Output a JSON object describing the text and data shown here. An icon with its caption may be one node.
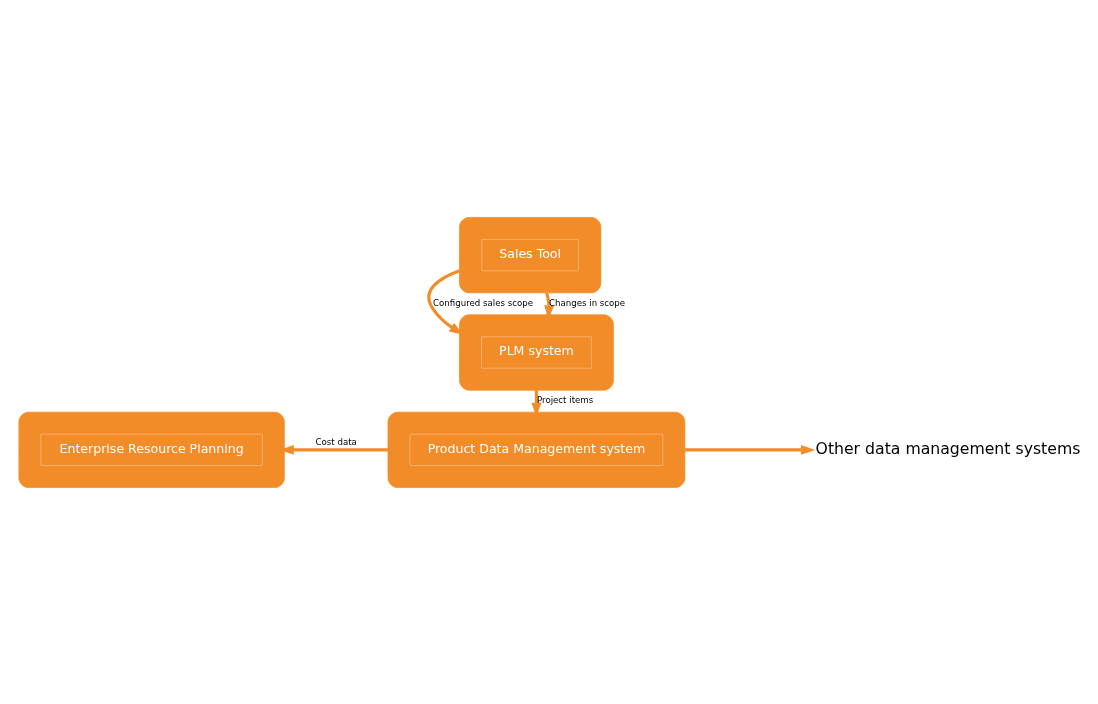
{
  "diagram": {
    "nodes": [
      {
        "text": [],
        "shape": "box"
      },
      {
        "text": [
          "Sales Tool"
        ],
        "in": 0
      },
      {
        "text": [],
        "shape": "box"
      },
      {
        "text": [
          "PLM system"
        ],
        "in": 2
      },
      {
        "text": [],
        "shape": "box"
      },
      {
        "text": [
          "Product Data Management system"
        ],
        "in": 4
      },
      {
        "text": [],
        "shape": "box"
      },
      {
        "text": [
          "Enterprise Resource Planning"
        ],
        "in": 6
      },
      {
        "text": [
          "Other data management systems"
        ]
      }
    ],
    "edges": [
      {
        "from": 0,
        "to": 2,
        "arrow": "to",
        "label": "Configured sales scope"
      },
      {
        "from": 0,
        "to": 2,
        "arrow": "to",
        "label": "Changes in scope"
      },
      {
        "from": 2,
        "to": 4,
        "arrow": "to",
        "label": "Project items"
      },
      {
        "from": 4,
        "to": 6,
        "arrow": "to",
        "label": "Cost data"
      },
      {
        "from": 4,
        "to": 8,
        "arrow": "to"
      }
    ]
  }
}
